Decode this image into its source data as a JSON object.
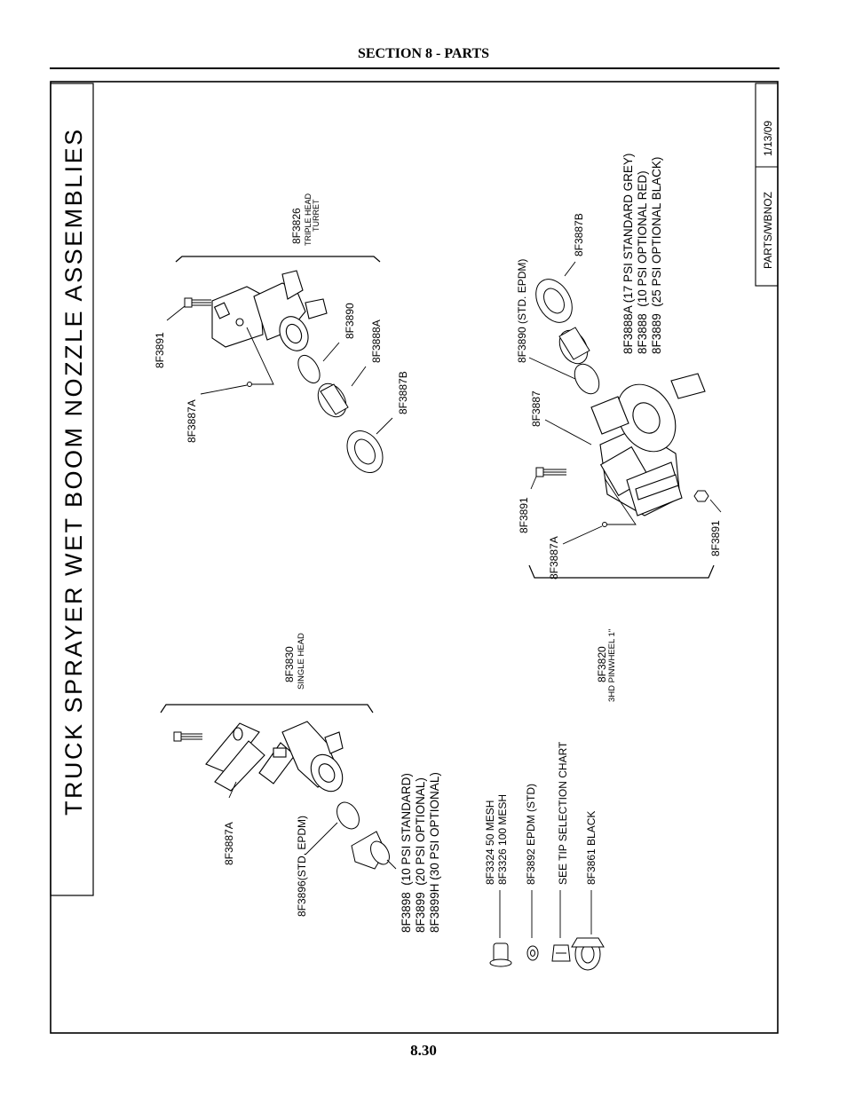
{
  "header": {
    "section": "SECTION 8 - PARTS"
  },
  "footer": {
    "page_number": "8.30"
  },
  "drawing": {
    "title": "TRUCK SPRAYER WET BOOM NOZZLE ASSEMBLIES",
    "title_block": {
      "drawing_id": "PARTS/WBNOZ",
      "date": "1/13/09"
    },
    "assemblies": {
      "triple_head": {
        "part": "8F3826",
        "desc_line1": "TRIPLE HEAD",
        "desc_line2": "TURRET",
        "callouts": {
          "bolt": "8F3891",
          "oring": "8F3887A",
          "diaphragm": "8F3890",
          "check_valve": "8F3888A",
          "cap": "8F3887B"
        }
      },
      "pinwheel": {
        "part": "8F3820",
        "desc": "3HD PINWHEEL 1\"",
        "callouts": {
          "cap": "8F3887B",
          "diaphragm": "8F3890 (STD. EPDM)",
          "body": "8F3887",
          "bolt": "8F3891",
          "oring": "8F3887A",
          "nut": "8F3891"
        },
        "check_valves": [
          "8F3888A (17 PSI STANDARD GREY)",
          "8F3888  (10 PSI OPTIONAL RED)",
          "8F3889  (25 PSI OPTIONAL BLACK)"
        ]
      },
      "single_head": {
        "part": "8F3830",
        "desc": "SINGLE HEAD",
        "callouts": {
          "clamp": "8F3887A",
          "diaphragm": "8F3896(STD. EPDM)"
        },
        "check_valves": [
          "8F3898  (10 PSI STANDARD)",
          "8F3899  (20 PSI OPTIONAL)",
          "8F3899H (30 PSI OPTIONAL)"
        ]
      },
      "tip_parts": [
        "8F3324 50 MESH",
        "8F3326 100 MESH",
        "8F3892 EPDM (STD)",
        "SEE TIP SELECTION CHART",
        "8F3861 BLACK"
      ]
    }
  }
}
